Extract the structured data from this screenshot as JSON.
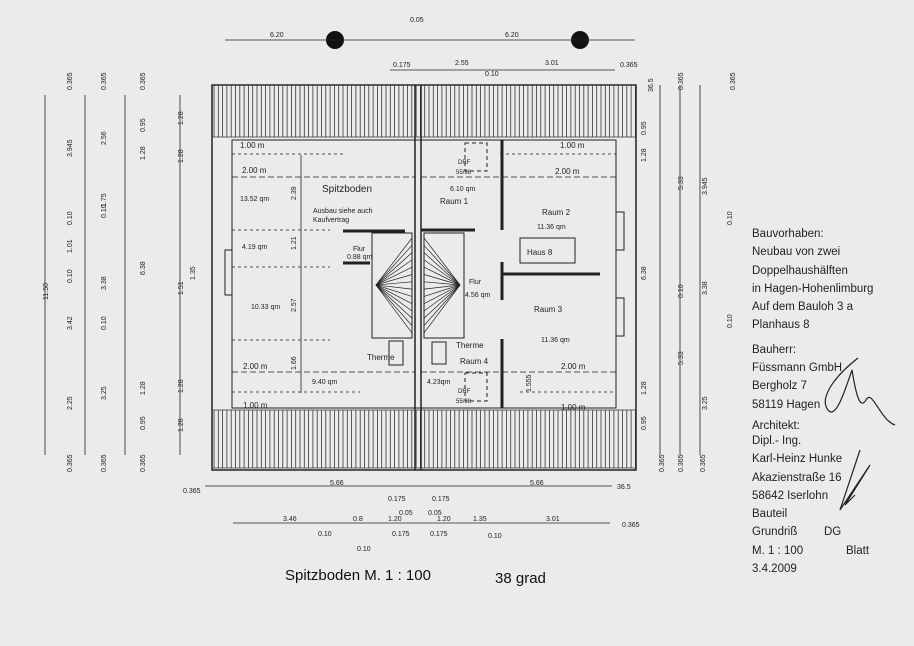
{
  "plan_title": "Spitzboden M. 1 : 100",
  "roof_pitch": "38 grad",
  "rooms": {
    "spitzboden": "Spitzboden",
    "ausbau_note_1": "Ausbau siehe auch",
    "ausbau_note_2": "Kaufvertrag",
    "flur_left": "Flur",
    "flur_left_area": "0.88 qm",
    "therme_left": "Therme",
    "area_a": "13.52 qm",
    "area_b": "4.19 qm",
    "area_c": "10.33 qm",
    "area_d": "9.40 qm",
    "raum1": "Raum 1",
    "raum1_area": "6.10 qm",
    "raum2": "Raum 2",
    "raum2_area": "11.36 qm",
    "haus": "Haus 8",
    "flur_right": "Flur",
    "flur_right_area": "4.56 qm",
    "raum3": "Raum 3",
    "raum3_area": "11.36 qm",
    "therme_right": "Therme",
    "raum4": "Raum 4",
    "raum4_area": "4.23qm",
    "drf": "DRF",
    "drf_size": "55/98",
    "height_1m": "1.00  m",
    "height_2m": "2.00  m"
  },
  "dims": {
    "top": [
      "6.20",
      "0.05",
      "6.20",
      "0.175",
      "2.55",
      "0.10",
      "3.01",
      "0.365"
    ],
    "bottom_row1": [
      "0.365",
      "5.66",
      "0.175",
      "0.175",
      "5.66",
      "36.5"
    ],
    "bottom_row2": [
      "3.46",
      "0.10",
      "0.8",
      "0.10",
      "1.20",
      "0.05",
      "0.175",
      "0.05",
      "1.20",
      "0.175",
      "1.35",
      "0.10",
      "3.01",
      "0.365"
    ],
    "left_outer": [
      "0.365",
      "3.945",
      "0.10",
      "1.01",
      "0.10",
      "3.42",
      "2.25",
      "0.365",
      "11.50"
    ],
    "left_mid": [
      "0.365",
      "2.56",
      "1.75",
      "0.10",
      "3.38",
      "0.10",
      "3.25",
      "0.365"
    ],
    "left_inner": [
      "0.365",
      "0.95",
      "1.28",
      "6.38",
      "1.28",
      "0.95",
      "0.365"
    ],
    "left_plan": [
      "1.28",
      "1.28",
      "1.51",
      "1.35",
      "1.28",
      "1.28"
    ],
    "inside_vertical": [
      "2.39",
      "1.21",
      "2.57",
      "1.66"
    ],
    "right_inner": [
      "36.5",
      "0.95",
      "1.28",
      "6.38",
      "1.28",
      "0.95",
      "0.365"
    ],
    "right_mid": [
      "0.365",
      "5.33",
      "0.10",
      "5.33",
      "0.365"
    ],
    "right_outer": [
      "0.365",
      "3.945",
      "0.10",
      "3.38",
      "0.10",
      "3.25",
      "0.365"
    ],
    "stair_dim": "1.555"
  },
  "title_block": {
    "project_label": "Bauvorhaben:",
    "project_lines": [
      "Neubau von zwei",
      "Doppelhaushälften",
      "in Hagen-Hohenlimburg",
      "Auf dem Bauloh 3 a",
      "Planhaus    8"
    ],
    "client_label": "Bauherr:",
    "client_lines": [
      "Füssmann GmbH",
      "Bergholz 7",
      "58119 Hagen"
    ],
    "architect_label": "Architekt:",
    "architect_lines": [
      "Dipl.- Ing.",
      "Karl-Heinz Hunke",
      "Akazienstraße 16",
      "58642 Iserlohn"
    ],
    "part_label": "Bauteil",
    "part": "Grundriß",
    "level": "DG",
    "scale": "M. 1 : 100",
    "sheet": "Blatt",
    "date": "3.4.2009"
  }
}
